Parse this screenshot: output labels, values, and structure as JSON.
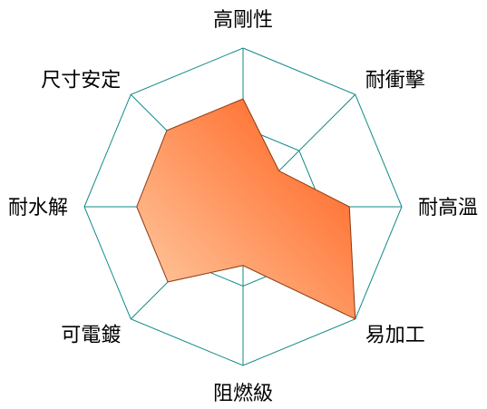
{
  "chart_data": {
    "type": "radar",
    "axes": [
      "高剛性",
      "耐衝擊",
      "耐高溫",
      "易加工",
      "阻燃級",
      "可電鍍",
      "耐水解",
      "尺寸安定"
    ],
    "values": [
      0.68,
      0.32,
      0.67,
      1.0,
      0.37,
      0.67,
      0.67,
      0.68
    ],
    "range": [
      0,
      1
    ],
    "rings": 2,
    "grid": true,
    "legend": "none"
  },
  "colors": {
    "grid": "#138a8a",
    "fill_start": "#ffcfa8",
    "fill_end": "#ff5a14",
    "outline": "#8a3a10"
  }
}
